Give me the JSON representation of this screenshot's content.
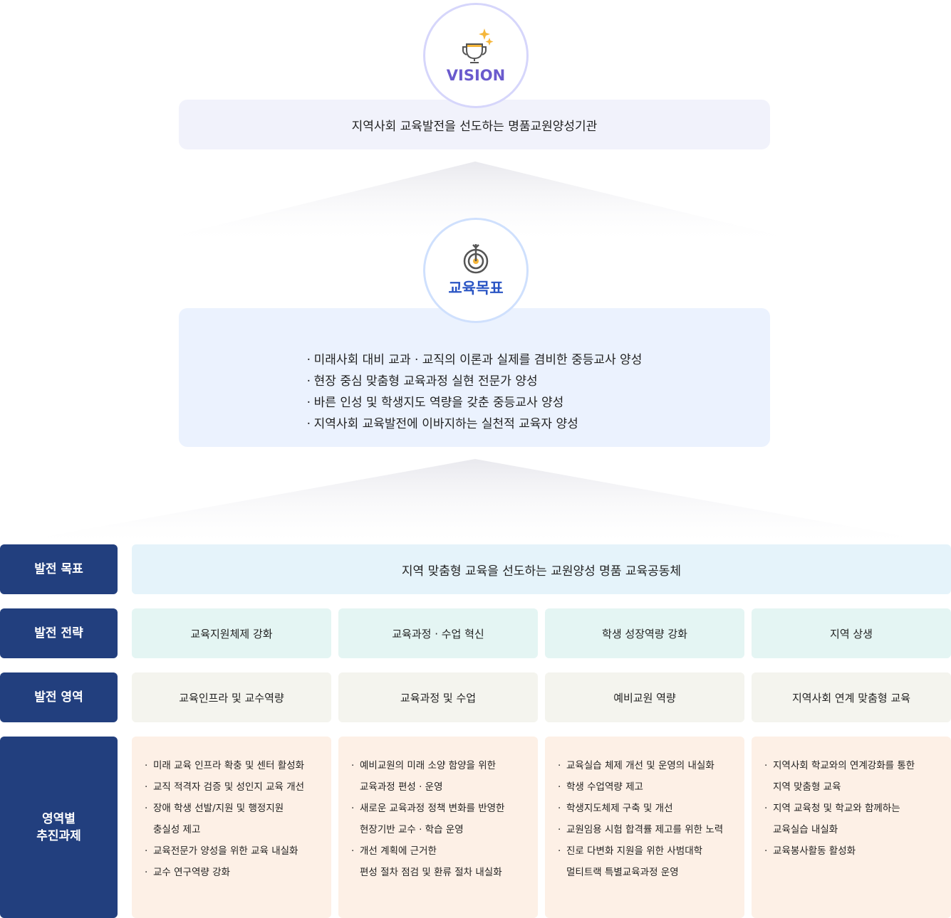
{
  "vision": {
    "title": "VISION",
    "text": "지역사회 교육발전을 선도하는 명품교원양성기관"
  },
  "edu_goal": {
    "title": "교육목표",
    "items": [
      "미래사회 대비 교과 · 교직의 이론과 실제를 겸비한 중등교사 양성",
      "현장 중심 맞춤형 교육과정 실현 전문가 양성",
      "바른 인성 및 학생지도 역량을 갖춘 중등교사 양성",
      "지역사회 교육발전에 이바지하는 실천적 교육자 양성"
    ]
  },
  "rows": {
    "goal": {
      "label": "발전 목표",
      "text": "지역 맞춤형 교육을 선도하는 교원양성 명품 교육공동체"
    },
    "strategy": {
      "label": "발전 전략",
      "cells": [
        "교육지원체제 강화",
        "교육과정 · 수업 혁신",
        "학생 성장역량 강화",
        "지역 상생"
      ]
    },
    "area": {
      "label": "발전 영역",
      "cells": [
        "교육인프라 및 교수역량",
        "교육과정 및 수업",
        "예비교원 역량",
        "지역사회 연계 맞춤형 교육"
      ]
    },
    "tasks": {
      "label": "영역별\n추진과제",
      "columns": [
        [
          [
            "미래 교육 인프라 확충 및 센터 활성화"
          ],
          [
            "교직 적격자 검증 및 성인지 교육 개선"
          ],
          [
            "장애 학생 선발/지원 및 행정지원",
            "충실성 제고"
          ],
          [
            "교육전문가 양성을 위한 교육 내실화"
          ],
          [
            "교수 연구역량 강화"
          ]
        ],
        [
          [
            "예비교원의 미래 소양 함양을 위한",
            "교육과정 편성 · 운영"
          ],
          [
            "새로운 교육과정 정책 변화를 반영한",
            "현장기반 교수 · 학습 운영"
          ],
          [
            "개선 계획에 근거한",
            "편성 절차 점검 및 환류 절차 내실화"
          ]
        ],
        [
          [
            "교육실습 체제 개선 및 운영의 내실화"
          ],
          [
            "학생 수업역량 제고"
          ],
          [
            "학생지도체제 구축 및 개선"
          ],
          [
            "교원임용 시험 합격률 제고를 위한 노력"
          ],
          [
            "진로 다변화 지원을 위한 사범대학",
            "멀티트랙 특별교육과정 운영"
          ]
        ],
        [
          [
            "지역사회 학교와의 연계강화를 통한",
            "지역 맞춤형 교육"
          ],
          [
            "지역 교육청 및 학교와 함께하는",
            "교육실습 내실화"
          ],
          [
            "교육봉사활동 활성화"
          ]
        ]
      ]
    }
  },
  "colors": {
    "navy": "#223f7e",
    "vision": "#6a5acd",
    "goal": "#2a55c4",
    "accent": "#f5b63a"
  }
}
